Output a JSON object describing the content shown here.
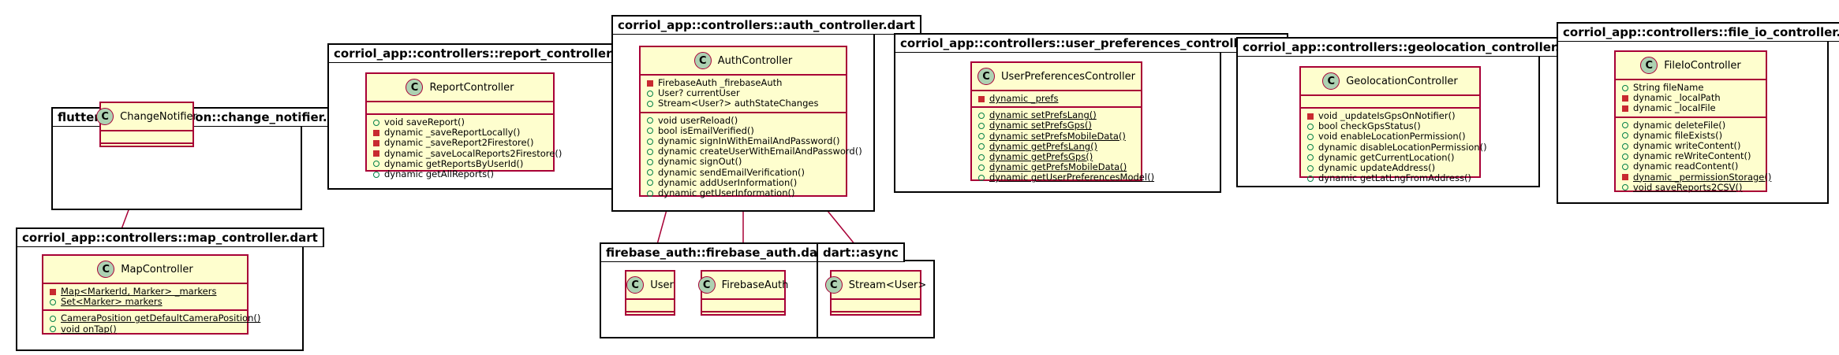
{
  "packages": {
    "change_notifier": "flutter::src::foundation::change_notifier.dart",
    "map_controller": "corriol_app::controllers::map_controller.dart",
    "report_controller": "corriol_app::controllers::report_controller.dart",
    "auth_controller": "corriol_app::controllers::auth_controller.dart",
    "firebase_auth": "firebase_auth::firebase_auth.dart",
    "dart_async": "dart::async",
    "user_preferences_controller": "corriol_app::controllers::user_preferences_controller.dart",
    "geolocation_controller": "corriol_app::controllers::geolocation_controller.dart",
    "file_io_controller": "corriol_app::controllers::file_io_controller.dart"
  },
  "classes": {
    "change_notifier": {
      "stereo": "C",
      "name": "ChangeNotifier",
      "fields": [],
      "methods": []
    },
    "map_controller": {
      "stereo": "C",
      "name": "MapController",
      "fields": [
        {
          "vis": "priv",
          "static": true,
          "text": "Map<MarkerId, Marker> _markers"
        },
        {
          "vis": "pub",
          "static": true,
          "text": "Set<Marker> markers"
        }
      ],
      "methods": [
        {
          "vis": "pub",
          "static": true,
          "text": "CameraPosition getDefaultCameraPosition()"
        },
        {
          "vis": "pub",
          "static": true,
          "text": "void onTap()"
        }
      ]
    },
    "report_controller": {
      "stereo": "C",
      "name": "ReportController",
      "fields": [],
      "methods": [
        {
          "vis": "pub",
          "static": false,
          "text": "void saveReport()"
        },
        {
          "vis": "priv",
          "static": false,
          "text": "dynamic _saveReportLocally()"
        },
        {
          "vis": "priv",
          "static": false,
          "text": "dynamic _saveReport2Firestore()"
        },
        {
          "vis": "priv",
          "static": false,
          "text": "dynamic _saveLocalReports2Firestore()"
        },
        {
          "vis": "pub",
          "static": false,
          "text": "dynamic getReportsByUserId()"
        },
        {
          "vis": "pub",
          "static": false,
          "text": "dynamic getAllReports()"
        }
      ]
    },
    "auth_controller": {
      "stereo": "C",
      "name": "AuthController",
      "fields": [
        {
          "vis": "priv",
          "static": false,
          "text": "FirebaseAuth _firebaseAuth"
        },
        {
          "vis": "pub",
          "static": false,
          "text": "User? currentUser"
        },
        {
          "vis": "pub",
          "static": false,
          "text": "Stream<User?> authStateChanges"
        }
      ],
      "methods": [
        {
          "vis": "pub",
          "static": false,
          "text": "void userReload()"
        },
        {
          "vis": "pub",
          "static": false,
          "text": "bool isEmailVerified()"
        },
        {
          "vis": "pub",
          "static": false,
          "text": "dynamic signInWithEmailAndPassword()"
        },
        {
          "vis": "pub",
          "static": false,
          "text": "dynamic createUserWithEmailAndPassword()"
        },
        {
          "vis": "pub",
          "static": false,
          "text": "dynamic signOut()"
        },
        {
          "vis": "pub",
          "static": false,
          "text": "dynamic sendEmailVerification()"
        },
        {
          "vis": "pub",
          "static": false,
          "text": "dynamic addUserInformation()"
        },
        {
          "vis": "pub",
          "static": false,
          "text": "dynamic getUserInformation()"
        }
      ]
    },
    "user": {
      "stereo": "C",
      "name": "User",
      "fields": [],
      "methods": []
    },
    "firebase_auth": {
      "stereo": "C",
      "name": "FirebaseAuth",
      "fields": [],
      "methods": []
    },
    "stream_user": {
      "stereo": "C",
      "name": "Stream<User>",
      "fields": [],
      "methods": []
    },
    "user_preferences_controller": {
      "stereo": "C",
      "name": "UserPreferencesController",
      "fields": [
        {
          "vis": "priv",
          "static": true,
          "text": "dynamic _prefs"
        }
      ],
      "methods": [
        {
          "vis": "pub",
          "static": true,
          "text": "dynamic setPrefsLang()"
        },
        {
          "vis": "pub",
          "static": true,
          "text": "dynamic setPrefsGps()"
        },
        {
          "vis": "pub",
          "static": true,
          "text": "dynamic setPrefsMobileData()"
        },
        {
          "vis": "pub",
          "static": true,
          "text": "dynamic getPrefsLang()"
        },
        {
          "vis": "pub",
          "static": true,
          "text": "dynamic getPrefsGps()"
        },
        {
          "vis": "pub",
          "static": true,
          "text": "dynamic getPrefsMobileData()"
        },
        {
          "vis": "pub",
          "static": true,
          "text": "dynamic getUserPreferencesModel()"
        }
      ]
    },
    "geolocation_controller": {
      "stereo": "C",
      "name": "GeolocationController",
      "fields": [],
      "methods": [
        {
          "vis": "priv",
          "static": false,
          "text": "void _updateIsGpsOnNotifier()"
        },
        {
          "vis": "pub",
          "static": false,
          "text": "bool checkGpsStatus()"
        },
        {
          "vis": "pub",
          "static": false,
          "text": "void enableLocationPermission()"
        },
        {
          "vis": "pub",
          "static": false,
          "text": "dynamic disableLocationPermission()"
        },
        {
          "vis": "pub",
          "static": false,
          "text": "dynamic getCurrentLocation()"
        },
        {
          "vis": "pub",
          "static": false,
          "text": "dynamic updateAddress()"
        },
        {
          "vis": "pub",
          "static": false,
          "text": "dynamic getLatLngFromAddress()"
        }
      ]
    },
    "file_io_controller": {
      "stereo": "C",
      "name": "FileIoController",
      "fields": [
        {
          "vis": "pub",
          "static": false,
          "text": "String fileName"
        },
        {
          "vis": "priv",
          "static": false,
          "text": "dynamic _localPath"
        },
        {
          "vis": "priv",
          "static": false,
          "text": "dynamic _localFile"
        }
      ],
      "methods": [
        {
          "vis": "pub",
          "static": false,
          "text": "dynamic deleteFile()"
        },
        {
          "vis": "pub",
          "static": false,
          "text": "dynamic fileExists()"
        },
        {
          "vis": "pub",
          "static": false,
          "text": "dynamic writeContent()"
        },
        {
          "vis": "pub",
          "static": false,
          "text": "dynamic reWriteContent()"
        },
        {
          "vis": "pub",
          "static": false,
          "text": "dynamic readContent()"
        },
        {
          "vis": "priv",
          "static": true,
          "text": "dynamic _permissionStorage()"
        },
        {
          "vis": "pub",
          "static": true,
          "text": "void saveReports2CSV()"
        }
      ]
    }
  },
  "relations": [
    {
      "type": "inheritance",
      "from": "map_controller",
      "to": "change_notifier"
    },
    {
      "type": "aggregation",
      "from": "auth_controller",
      "to": "user"
    },
    {
      "type": "aggregation",
      "from": "auth_controller",
      "to": "firebase_auth"
    },
    {
      "type": "aggregation",
      "from": "auth_controller",
      "to": "stream_user"
    }
  ],
  "colors": {
    "class_fill": "#fefece",
    "class_border": "#a80036",
    "circle_fill": "#add1b2",
    "public_marker": "#038048",
    "private_marker": "#c82930"
  }
}
